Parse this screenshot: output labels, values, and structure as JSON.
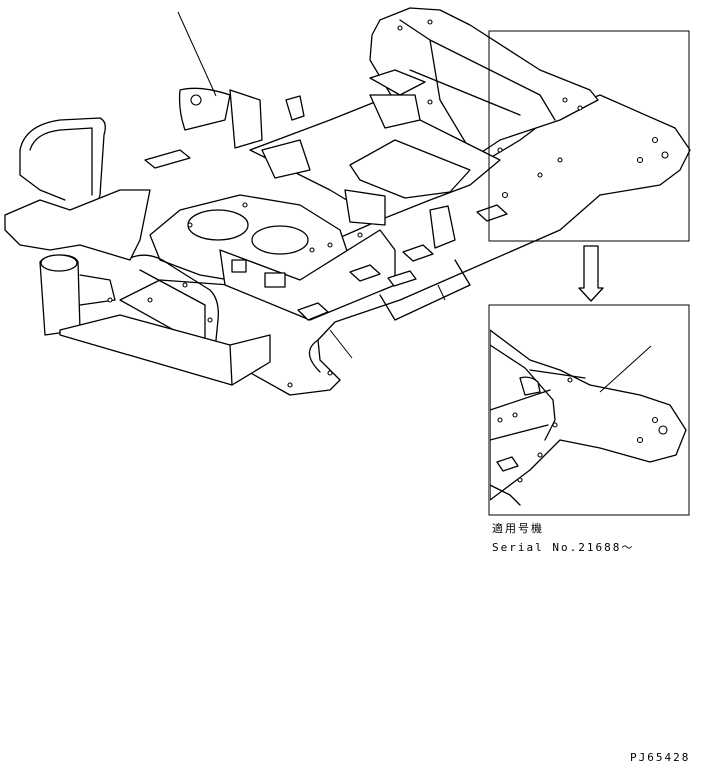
{
  "applicable_label": "適用号機",
  "serial_label": "Serial No.21688～",
  "drawing_id": "PJ65428"
}
